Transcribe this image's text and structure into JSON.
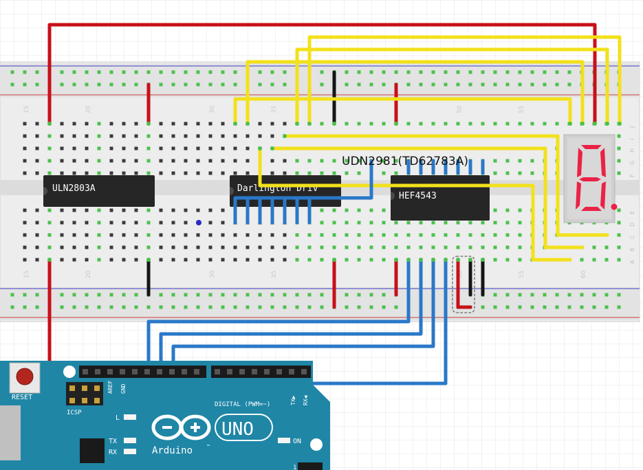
{
  "breadboard": {
    "column_numbers_top": [
      "15",
      "20",
      "30",
      "35",
      "50",
      "55"
    ],
    "column_numbers_bottom": [
      "15",
      "20",
      "30",
      "35",
      "50",
      "55",
      "60"
    ],
    "row_letters_top": [
      "J",
      "I",
      "H",
      "G",
      "F"
    ],
    "row_letters_bottom": [
      "E",
      "D",
      "C",
      "B",
      "A"
    ]
  },
  "chips": {
    "uln": "ULN2803A",
    "darlington": "Darlington Driv",
    "hef": "HEF4543",
    "udn_caption": "UDN2981(TD62783A)"
  },
  "display": {
    "digit": "8."
  },
  "arduino": {
    "reset": "RESET",
    "icsp": "ICSP",
    "aref": "AREF",
    "gnd": "GND",
    "digital": "DIGITAL (PWM=~)",
    "tx_pin": "TX▶",
    "rx_pin": "RX◀",
    "led_l": "L",
    "led_tx": "TX",
    "led_rx": "RX",
    "on": "ON",
    "brand": "Arduino",
    "model": "UNO",
    "one": "1"
  },
  "colors": {
    "wire_red": "#c8101a",
    "wire_yellow": "#f2e11b",
    "wire_blue": "#2a78c8",
    "wire_black": "#161616",
    "board_teal": "#1f86a6",
    "segment_red": "#ea2246"
  }
}
